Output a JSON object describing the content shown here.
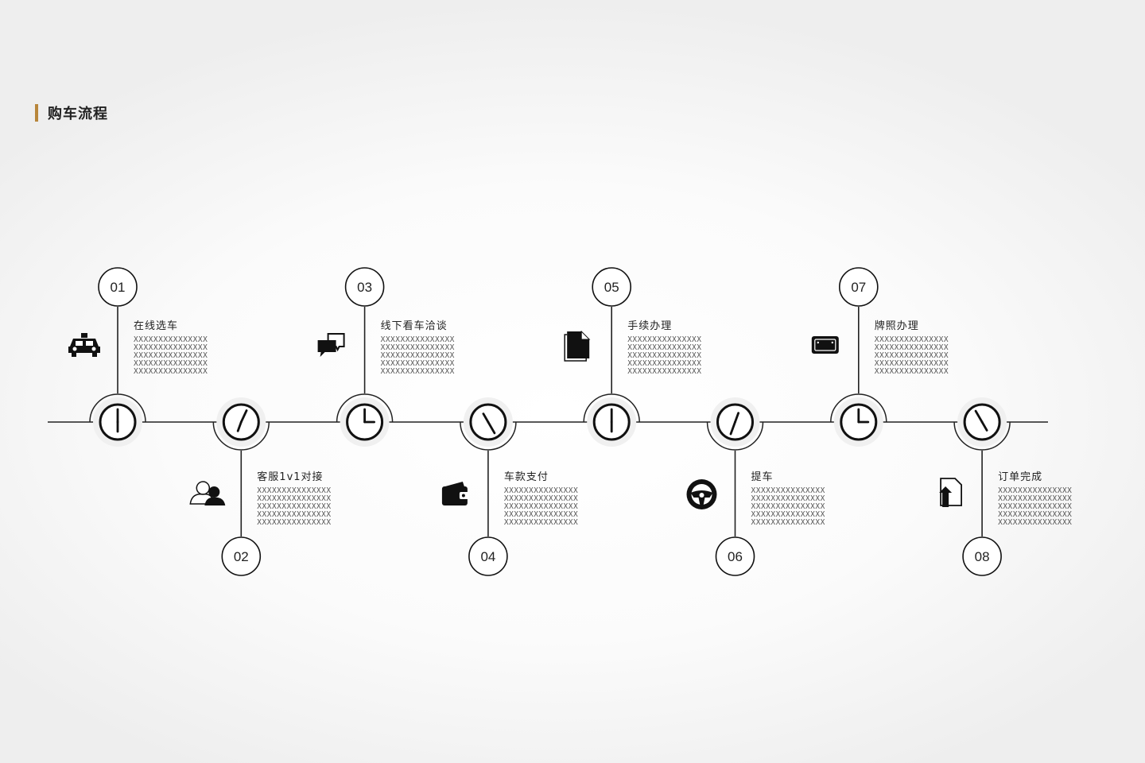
{
  "header": {
    "title": "购车流程",
    "accent_color": "#b8863b"
  },
  "steps": [
    {
      "number": "01",
      "title": "在线选车",
      "icon": "car-icon",
      "desc": [
        "XXXXXXXXXXXXXXX",
        "XXXXXXXXXXXXXXX",
        "XXXXXXXXXXXXXXX",
        "XXXXXXXXXXXXXXX",
        "XXXXXXXXXXXXXXX"
      ]
    },
    {
      "number": "02",
      "title": "客服1v1对接",
      "icon": "users-icon",
      "desc": [
        "XXXXXXXXXXXXXXX",
        "XXXXXXXXXXXXXXX",
        "XXXXXXXXXXXXXXX",
        "XXXXXXXXXXXXXXX",
        "XXXXXXXXXXXXXXX"
      ]
    },
    {
      "number": "03",
      "title": "线下看车洽谈",
      "icon": "chat-icon",
      "desc": [
        "XXXXXXXXXXXXXXX",
        "XXXXXXXXXXXXXXX",
        "XXXXXXXXXXXXXXX",
        "XXXXXXXXXXXXXXX",
        "XXXXXXXXXXXXXXX"
      ]
    },
    {
      "number": "04",
      "title": "车款支付",
      "icon": "wallet-icon",
      "desc": [
        "XXXXXXXXXXXXXXX",
        "XXXXXXXXXXXXXXX",
        "XXXXXXXXXXXXXXX",
        "XXXXXXXXXXXXXXX",
        "XXXXXXXXXXXXXXX"
      ]
    },
    {
      "number": "05",
      "title": "手续办理",
      "icon": "document-icon",
      "desc": [
        "XXXXXXXXXXXXXXX",
        "XXXXXXXXXXXXXXX",
        "XXXXXXXXXXXXXXX",
        "XXXXXXXXXXXXXXX",
        "XXXXXXXXXXXXXXX"
      ]
    },
    {
      "number": "06",
      "title": "提车",
      "icon": "steering-wheel-icon",
      "desc": [
        "XXXXXXXXXXXXXXX",
        "XXXXXXXXXXXXXXX",
        "XXXXXXXXXXXXXXX",
        "XXXXXXXXXXXXXXX",
        "XXXXXXXXXXXXXXX"
      ]
    },
    {
      "number": "07",
      "title": "牌照办理",
      "icon": "license-plate-icon",
      "desc": [
        "XXXXXXXXXXXXXXX",
        "XXXXXXXXXXXXXXX",
        "XXXXXXXXXXXXXXX",
        "XXXXXXXXXXXXXXX",
        "XXXXXXXXXXXXXXX"
      ]
    },
    {
      "number": "08",
      "title": "订单完成",
      "icon": "file-upload-icon",
      "desc": [
        "XXXXXXXXXXXXXXX",
        "XXXXXXXXXXXXXXX",
        "XXXXXXXXXXXXXXX",
        "XXXXXXXXXXXXXXX",
        "XXXXXXXXXXXXXXX"
      ]
    }
  ]
}
